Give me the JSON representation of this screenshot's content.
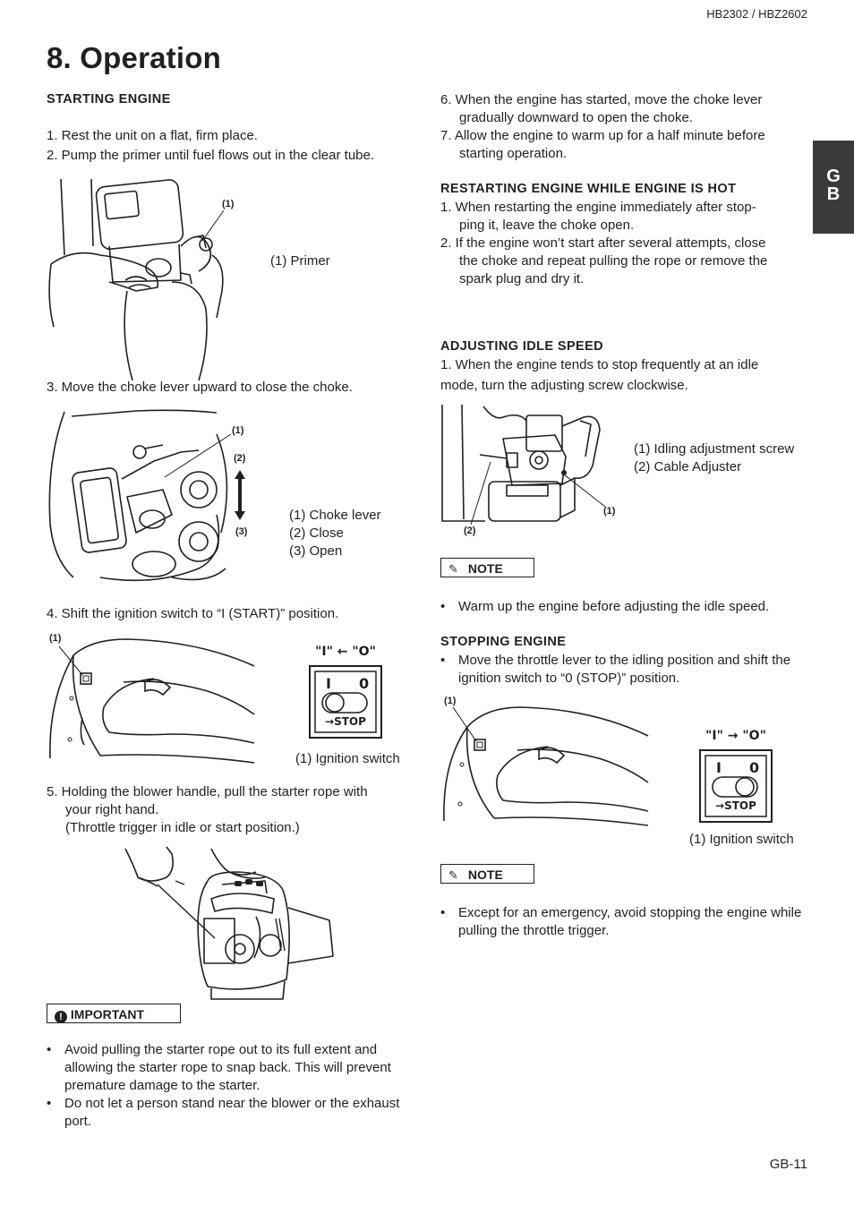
{
  "header": {
    "model": "HB2302 / HBZ2602"
  },
  "title": "8. Operation",
  "lang_tab": {
    "letter1": "G",
    "letter2": "B"
  },
  "left": {
    "starting_head": "STARTING ENGINE",
    "step1": "1. Rest the unit on a flat, firm place.",
    "step2": "2. Pump the primer until fuel flows out in the clear tube.",
    "fig1": {
      "callout": "(1)",
      "caption": "(1) Primer"
    },
    "step3": "3. Move the choke lever upward to close the choke.",
    "fig2": {
      "callout1": "(1)",
      "callout2": "(2)",
      "callout3": "(3)",
      "caption1": "(1) Choke lever",
      "caption2": "(2) Close",
      "caption3": "(3) Open"
    },
    "step4": "4. Shift the ignition switch to “I (START)” position.",
    "fig3": {
      "callout": "(1)",
      "switch_title": "\"I\" ← \"O\"",
      "switch_i": "I",
      "switch_o": "0",
      "switch_stop": "→STOP",
      "caption": "(1) Ignition switch"
    },
    "step5_line1": "5. Holding the blower handle, pull the starter rope with",
    "step5_line2": "your right hand.",
    "step5_line3": "(Throttle trigger in idle or start position.)",
    "important_label": "IMPORTANT",
    "important_bullets": [
      "Avoid pulling the starter rope out to its full extent and allowing the starter rope to snap back. This will pre­vent premature damage to the starter.",
      "Do not let a person stand near the blower or the ex­haust port."
    ]
  },
  "right": {
    "step6_line1": "6. When the engine has started, move the choke lever",
    "step6_line2": "gradually downward to open the choke.",
    "step7_line1": "7. Allow the engine to warm up for a half minute before",
    "step7_line2": "starting operation.",
    "restart_head": "RESTARTING ENGINE WHILE ENGINE IS HOT",
    "restart1_line1": "1. When restarting the engine immediately after stop-",
    "restart1_line2": "ping it, leave the choke open.",
    "restart2_line1": "2. If the engine won’t start after several attempts, close",
    "restart2_line2": "the choke and repeat pulling the rope or remove the",
    "restart2_line3": "spark plug and dry it.",
    "idle_head": "ADJUSTING IDLE SPEED",
    "idle1_line1": "1. When the engine tends to stop frequently at an idle",
    "idle1_line2": "mode, turn the adjusting screw clockwise.",
    "fig4": {
      "callout1": "(1)",
      "callout2": "(2)",
      "caption1": "(1) Idling adjustment screw",
      "caption2": "(2) Cable Adjuster"
    },
    "note1_label": "NOTE",
    "note1_bullet": "Warm up the engine before adjusting the idle speed.",
    "stopping_head": "STOPPING ENGINE",
    "stopping_bullet": "Move the throttle lever to the idling position and shift the ignition switch to “0 (STOP)” position.",
    "fig5": {
      "callout": "(1)",
      "switch_title": "\"I\" → \"O\"",
      "switch_i": "I",
      "switch_o": "0",
      "switch_stop": "→STOP",
      "caption": "(1) Ignition switch"
    },
    "note2_label": "NOTE",
    "note2_bullet": "Except for an emergency, avoid stopping the engine while pulling the throttle trigger."
  },
  "footer": {
    "page": "GB-11"
  },
  "colors": {
    "text": "#231f20",
    "tab": "#3a3a3a"
  }
}
